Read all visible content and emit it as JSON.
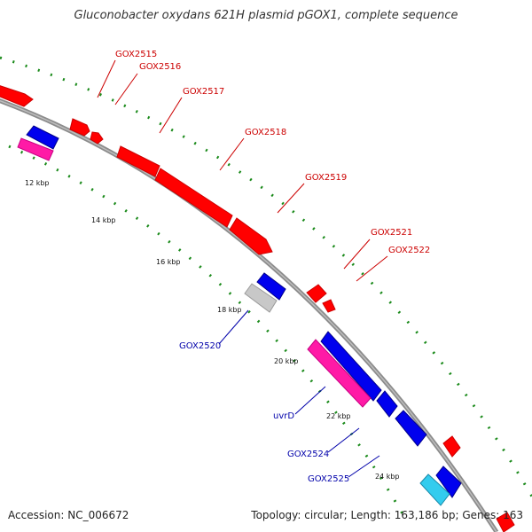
{
  "title": "Gluconobacter oxydans 621H plasmid pGOX1, complete sequence",
  "accession": "Accession: NC_006672",
  "summary": "Topology: circular; Length: 163,186 bp; Genes: 163",
  "colors": {
    "backbone": "#8c8c8c",
    "forward_gene": "#ff0000",
    "reverse_gene": "#0000ee",
    "pink_gene": "#ff1aa6",
    "grey_gene": "#c8c8c8",
    "cyan_gene": "#33ccee",
    "tick_dots": "#1a8a1a",
    "forward_label": "#cc0000",
    "reverse_label": "#0000aa"
  },
  "ticks": [
    "12 kbp",
    "14 kbp",
    "16 kbp",
    "18 kbp",
    "20 kbp",
    "22 kbp",
    "24 kbp"
  ],
  "forward_labels": [
    "GOX2515",
    "GOX2516",
    "GOX2517",
    "GOX2518",
    "GOX2519",
    "GOX2521",
    "GOX2522"
  ],
  "reverse_labels": [
    "GOX2520",
    "uvrD",
    "GOX2524",
    "GOX2525"
  ]
}
